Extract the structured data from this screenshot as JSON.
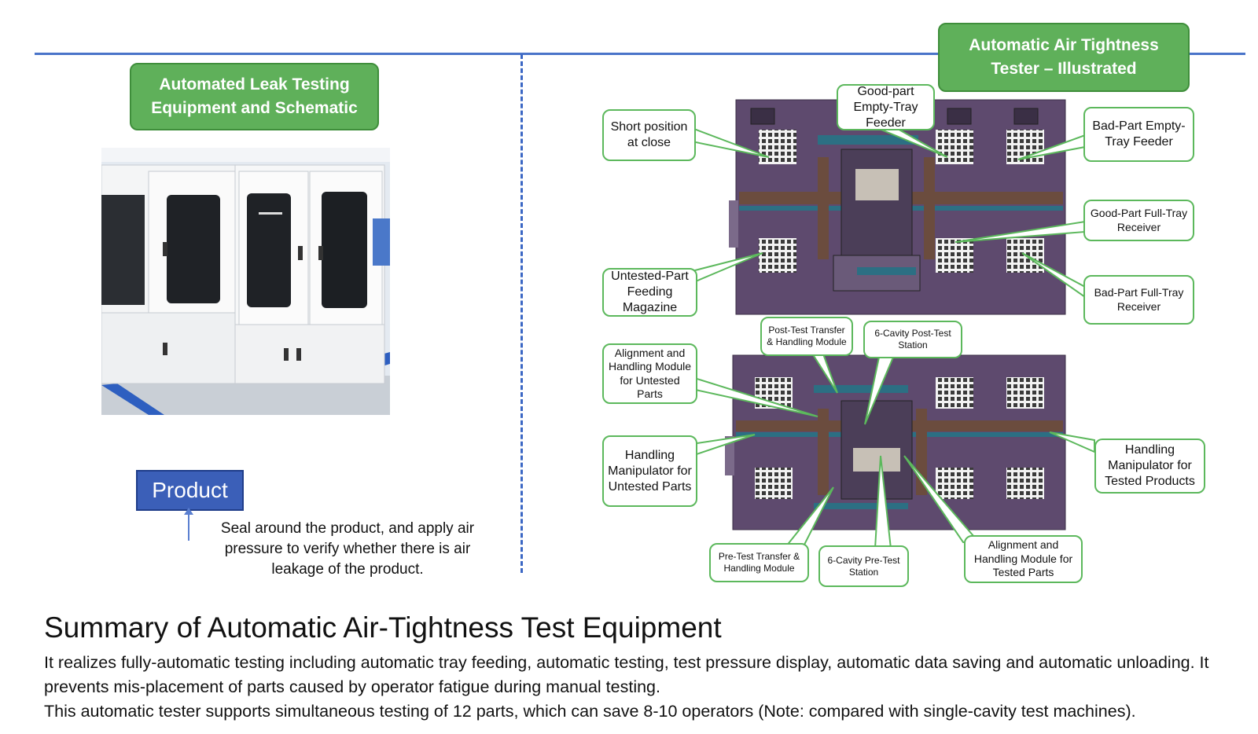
{
  "left_panel": {
    "title": "Automated Leak Testing\nEquipment and Schematic",
    "product_label": "Product",
    "seal_text": "Seal around the product, and apply air pressure to verify whether there is air leakage of the product."
  },
  "right_panel": {
    "title": "Automatic Air Tightness\nTester – Illustrated",
    "callouts": {
      "short_position": "Short position at close",
      "good_part_empty_tray": "Good-part Empty-Tray Feeder",
      "bad_part_empty_tray": "Bad-Part Empty-Tray Feeder",
      "good_part_full_tray": "Good-Part Full-Tray Receiver",
      "untested_feeding": "Untested-Part Feeding Magazine",
      "bad_part_full_tray": "Bad-Part Full-Tray Receiver",
      "post_test_transfer": "Post-Test Transfer & Handling Module",
      "six_cavity_post": "6-Cavity Post-Test Station",
      "alignment_untested": "Alignment and Handling Module for Untested Parts",
      "manipulator_untested": "Handling Manipulator for Untested Parts",
      "manipulator_tested": "Handling Manipulator for Tested Products",
      "pre_test_transfer": "Pre-Test Transfer & Handling Module",
      "six_cavity_pre": "6-Cavity Pre-Test Station",
      "alignment_tested": "Alignment and Handling Module for Tested Parts"
    }
  },
  "summary": {
    "title": "Summary of Automatic Air-Tightness Test Equipment",
    "line1": "It realizes fully-automatic testing including automatic tray feeding, automatic testing, test pressure display, automatic data saving and automatic unloading. It prevents mis-placement of parts caused by operator fatigue during manual testing.",
    "line2": "This automatic tester supports simultaneous testing of 12 parts, which can save 8-10 operators (Note: compared with single-cavity test machines)."
  },
  "colors": {
    "accent_blue": "#4a74c9",
    "title_green": "#5fb05a",
    "callout_border": "#5cb85c",
    "machine_purple": "#5e4a6e"
  }
}
